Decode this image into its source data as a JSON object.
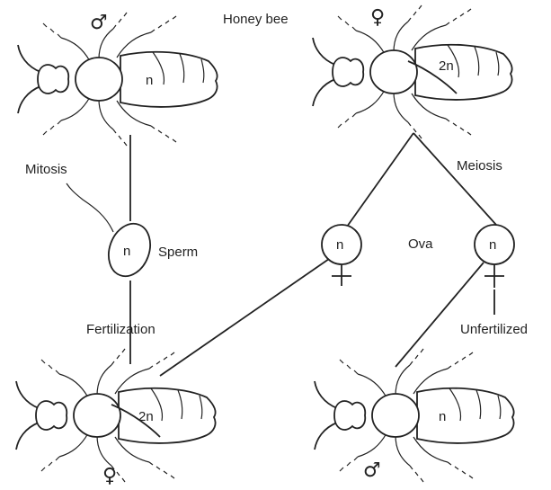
{
  "title": "Honey bee",
  "symbols": {
    "male": "♂",
    "female": "♀"
  },
  "bees": {
    "top_left": {
      "ploidy": "n",
      "sex_symbol": "♂"
    },
    "top_right": {
      "ploidy": "2n",
      "sex_symbol": "♀"
    },
    "bottom_left": {
      "ploidy": "2n",
      "sex_symbol": "♀"
    },
    "bottom_right": {
      "ploidy": "n",
      "sex_symbol": "♂"
    }
  },
  "labels": {
    "mitosis": "Mitosis",
    "meiosis": "Meiosis",
    "sperm": "Sperm",
    "ova": "Ova",
    "fertilization": "Fertilization",
    "unfertilized": "Unfertilized"
  },
  "cells": {
    "sperm": "n",
    "ovum_left": "n",
    "ovum_right": "n"
  }
}
